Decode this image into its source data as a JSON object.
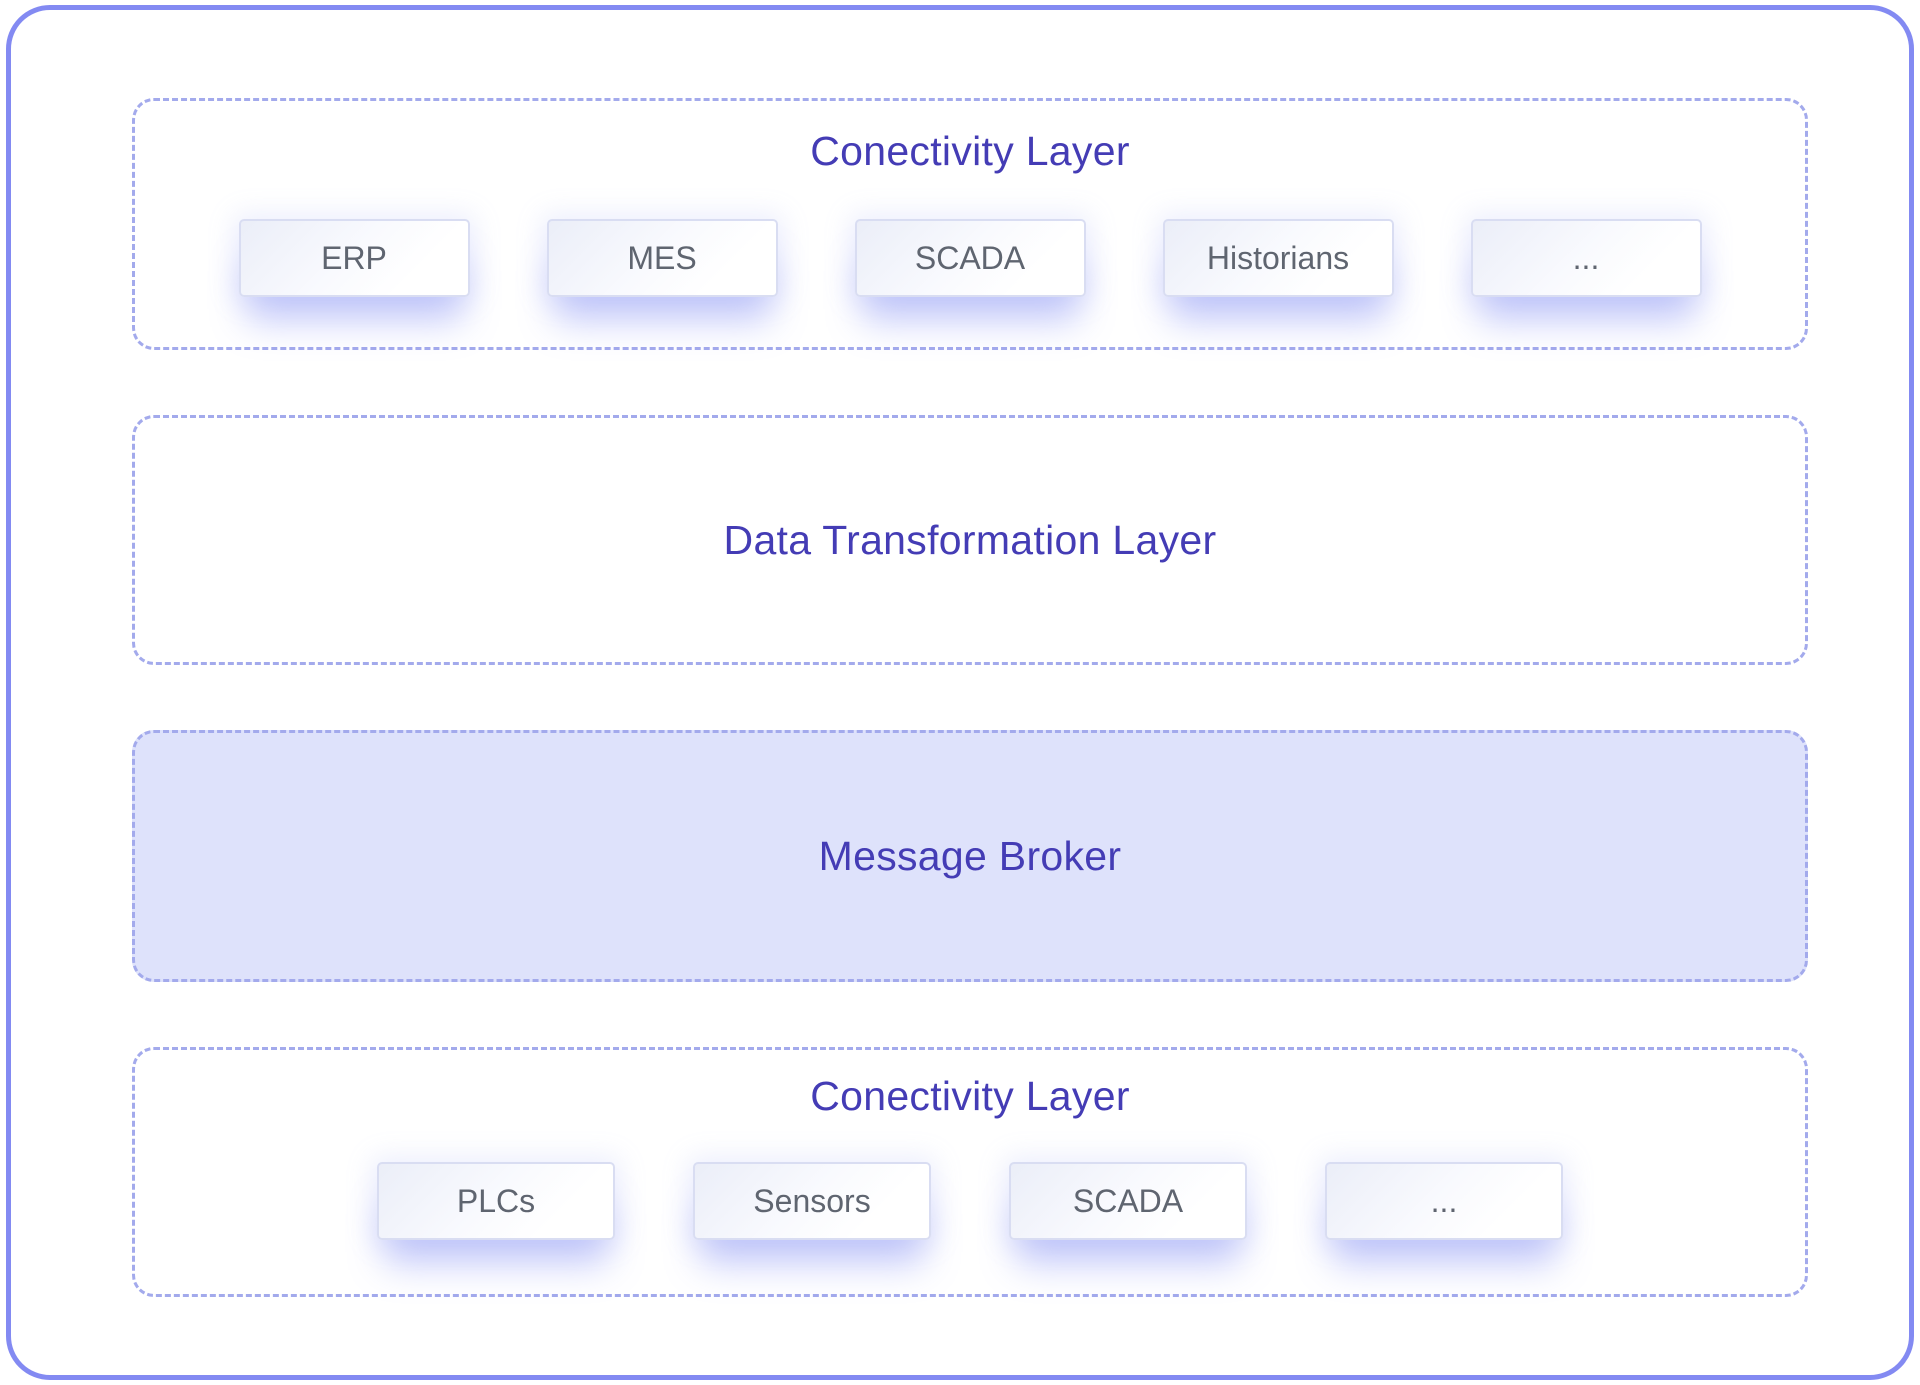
{
  "diagram": {
    "layers": [
      {
        "id": "connectivity-top",
        "title": "Conectivity Layer",
        "items": [
          "ERP",
          "MES",
          "SCADA",
          "Historians",
          "..."
        ]
      },
      {
        "id": "data-transformation",
        "title": "Data Transformation Layer",
        "items": []
      },
      {
        "id": "message-broker",
        "title": "Message Broker",
        "items": [],
        "filled": true
      },
      {
        "id": "connectivity-bottom",
        "title": "Conectivity Layer",
        "items": [
          "PLCs",
          "Sensors",
          "SCADA",
          "..."
        ]
      }
    ]
  },
  "theme": {
    "outer_border": "#838af2",
    "dashed_border": "#a3aaec",
    "title_color": "#443cb5",
    "chip_text": "#5f6570",
    "chip_border": "#d9ddf2",
    "broker_fill": "#dee2fb",
    "chip_shadow": "rgba(128,140,243,0.45)"
  }
}
